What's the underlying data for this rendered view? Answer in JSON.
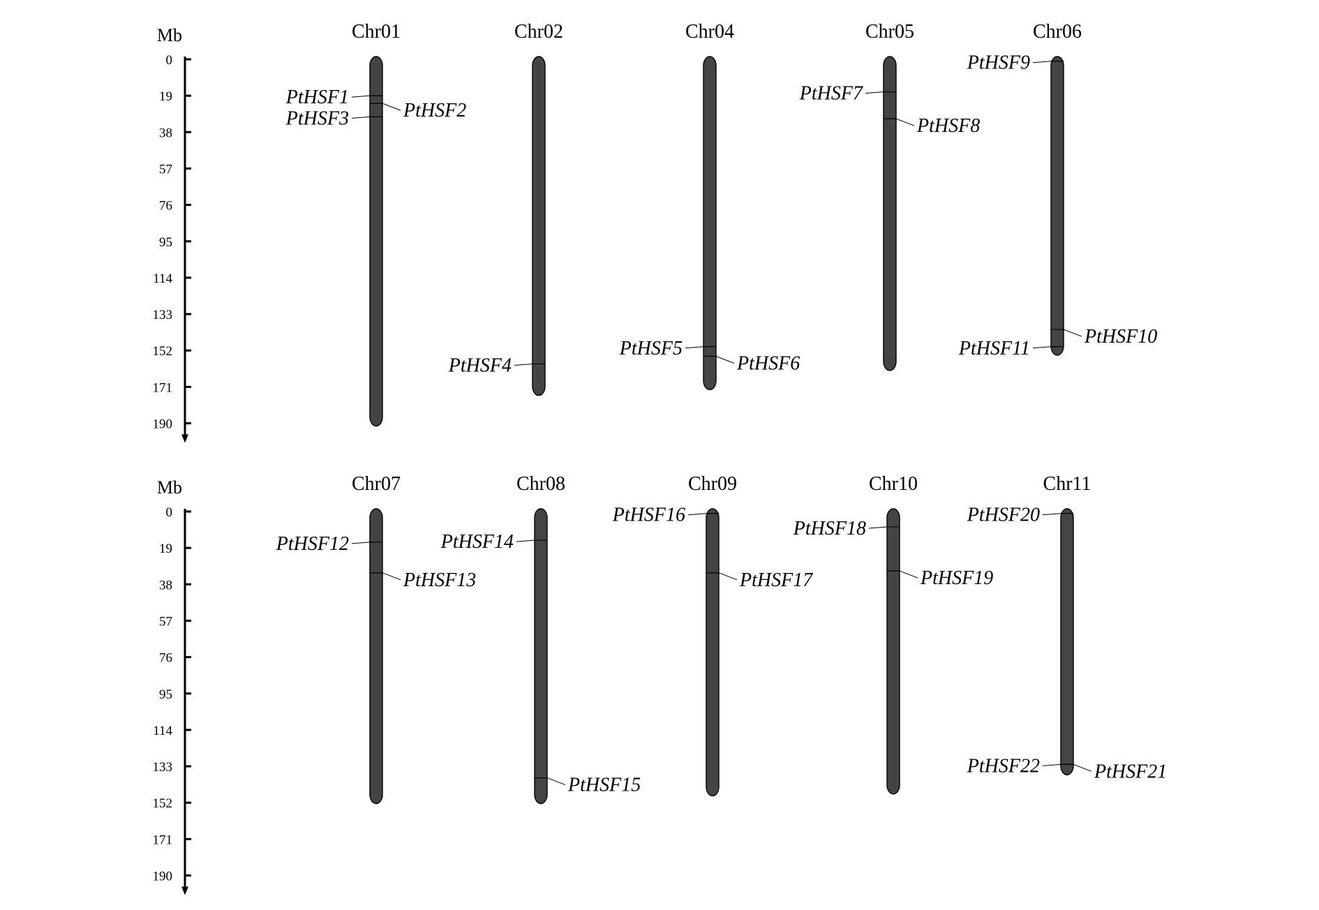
{
  "diagram": {
    "panels": [
      {
        "unit": "Mb",
        "ticks": [
          "0",
          "19",
          "38",
          "57",
          "76",
          "95",
          "114",
          "133",
          "152",
          "171",
          "190"
        ],
        "chromosomes": [
          {
            "name": "Chr01",
            "length": 190,
            "genes": [
              {
                "label": "PtHSF1",
                "pos": 19,
                "side": "left"
              },
              {
                "label": "PtHSF2",
                "pos": 23,
                "side": "right"
              },
              {
                "label": "PtHSF3",
                "pos": 30,
                "side": "left"
              }
            ]
          },
          {
            "name": "Chr02",
            "length": 174,
            "genes": [
              {
                "label": "PtHSF4",
                "pos": 159,
                "side": "left"
              }
            ]
          },
          {
            "name": "Chr04",
            "length": 171,
            "genes": [
              {
                "label": "PtHSF5",
                "pos": 150,
                "side": "left"
              },
              {
                "label": "PtHSF6",
                "pos": 155,
                "side": "right"
              }
            ]
          },
          {
            "name": "Chr05",
            "length": 161,
            "genes": [
              {
                "label": "PtHSF7",
                "pos": 17,
                "side": "left"
              },
              {
                "label": "PtHSF8",
                "pos": 31,
                "side": "right"
              }
            ]
          },
          {
            "name": "Chr06",
            "length": 153,
            "genes": [
              {
                "label": "PtHSF9",
                "pos": 1,
                "side": "left"
              },
              {
                "label": "PtHSF10",
                "pos": 141,
                "side": "right"
              },
              {
                "label": "PtHSF11",
                "pos": 150,
                "side": "left"
              }
            ]
          }
        ]
      },
      {
        "unit": "Mb",
        "ticks": [
          "0",
          "19",
          "38",
          "57",
          "76",
          "95",
          "114",
          "133",
          "152",
          "171",
          "190"
        ],
        "chromosomes": [
          {
            "name": "Chr07",
            "length": 151,
            "genes": [
              {
                "label": "PtHSF12",
                "pos": 16,
                "side": "left"
              },
              {
                "label": "PtHSF13",
                "pos": 32,
                "side": "right"
              }
            ]
          },
          {
            "name": "Chr08",
            "length": 151,
            "genes": [
              {
                "label": "PtHSF14",
                "pos": 15,
                "side": "left"
              },
              {
                "label": "PtHSF15",
                "pos": 139,
                "side": "right"
              }
            ]
          },
          {
            "name": "Chr09",
            "length": 147,
            "genes": [
              {
                "label": "PtHSF16",
                "pos": 1,
                "side": "left"
              },
              {
                "label": "PtHSF17",
                "pos": 32,
                "side": "right"
              }
            ]
          },
          {
            "name": "Chr10",
            "length": 146,
            "genes": [
              {
                "label": "PtHSF18",
                "pos": 8,
                "side": "left"
              },
              {
                "label": "PtHSF19",
                "pos": 31,
                "side": "right"
              }
            ]
          },
          {
            "name": "Chr11",
            "length": 136,
            "genes": [
              {
                "label": "PtHSF20",
                "pos": 1,
                "side": "left"
              },
              {
                "label": "PtHSF21",
                "pos": 132,
                "side": "right"
              },
              {
                "label": "PtHSF22",
                "pos": 132,
                "side": "left"
              }
            ]
          }
        ]
      }
    ],
    "colors": {
      "chromosome_fill": "#444444",
      "chromosome_stroke": "#000000",
      "text": "#000000",
      "background": "#ffffff"
    }
  }
}
